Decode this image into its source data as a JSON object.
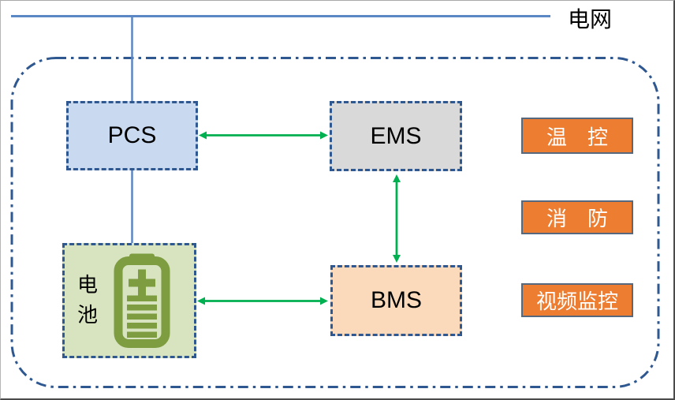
{
  "diagram": {
    "grid_label": "电网",
    "nodes": {
      "pcs": {
        "label": "PCS"
      },
      "ems": {
        "label": "EMS"
      },
      "bms": {
        "label": "BMS"
      },
      "battery": {
        "label": "电池",
        "icon": "battery-icon"
      }
    },
    "aux_boxes": [
      {
        "label": "温　控"
      },
      {
        "label": "消　防"
      },
      {
        "label": "视频监控"
      }
    ],
    "connections": [
      {
        "from": "grid",
        "to": "pcs",
        "style": "blue-line"
      },
      {
        "from": "pcs",
        "to": "battery",
        "style": "blue-line"
      },
      {
        "from": "pcs",
        "to": "ems",
        "style": "green-double-arrow"
      },
      {
        "from": "ems",
        "to": "bms",
        "style": "green-double-arrow"
      },
      {
        "from": "battery",
        "to": "bms",
        "style": "green-double-arrow"
      }
    ],
    "colors": {
      "pcs_fill": "#c9d9f0",
      "ems_fill": "#d9d9d9",
      "bms_fill": "#fbdabb",
      "battery_fill": "#d8e4bf",
      "aux_fill": "#ed7d31",
      "aux_border": "#56687e",
      "aux_text": "#ffffff",
      "dashed_border": "#2f5890",
      "boundary": "#2f5890",
      "arrow_green": "#00b050",
      "line_blue": "#5b87c5",
      "battery_icon": "#7d9d40",
      "text": "#000000"
    }
  }
}
